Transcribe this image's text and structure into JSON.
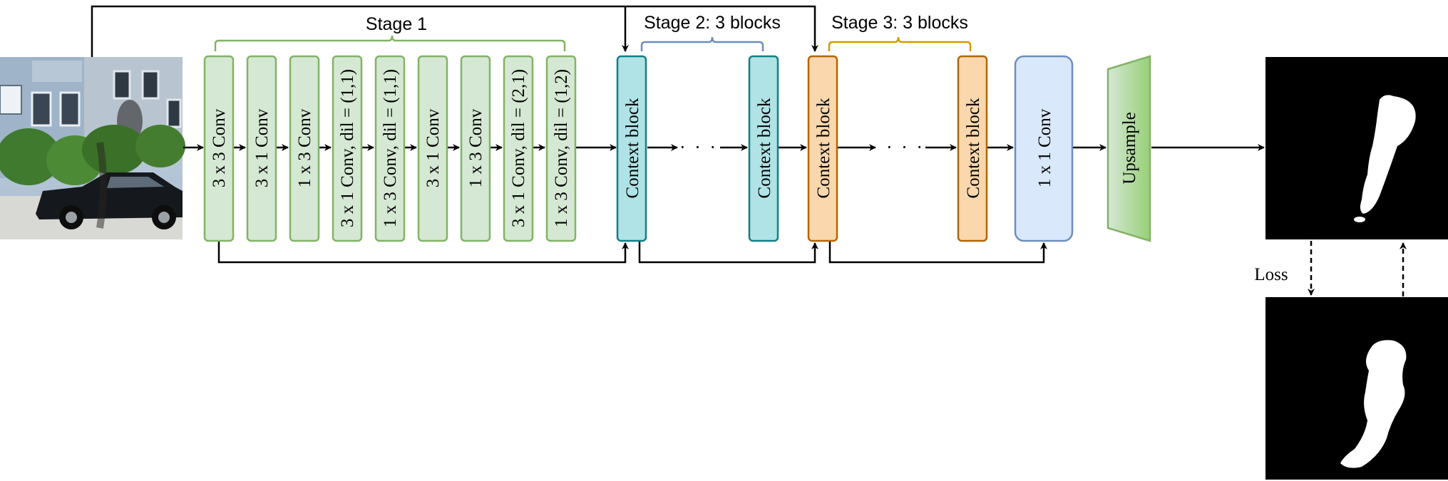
{
  "stages": {
    "stage1": "Stage 1",
    "stage2": "Stage 2: 3 blocks",
    "stage3": "Stage 3: 3  blocks"
  },
  "stage1_layers": [
    "3 x 3 Conv",
    "3 x 1 Conv",
    "1 x 3 Conv",
    "3 x 1 Conv, dil = (1,1)",
    "1 x 3 Conv, dil = (1,1)",
    "3 x 1 Conv",
    "1 x 3 Conv",
    "3 x 1 Conv, dil = (2,1)",
    "1 x 3 Conv, dil = (1,2)"
  ],
  "stage2_blocks": [
    "Context block",
    "Context block"
  ],
  "stage3_blocks": [
    "Context block",
    "Context block"
  ],
  "ellipsis": "· · ·",
  "final_conv": "1 x 1 Conv",
  "upsample": "Upsample",
  "loss": "Loss",
  "colors": {
    "stage1_fill": "#d5e8d4",
    "stage1_stroke": "#82b366",
    "stage2_fill": "#b0e3e6",
    "stage2_stroke": "#0e8088",
    "stage3_fill": "#fad7ac",
    "stage3_stroke": "#b46504",
    "conv_fill": "#dae8fc",
    "conv_stroke": "#6c8ebf",
    "brace_stage1": "#82b366",
    "brace_stage2": "#6c8ebf",
    "brace_stage3": "#d79b00"
  },
  "images": {
    "input": "street-scene-photo",
    "prediction": "predicted-mask",
    "ground_truth": "ground-truth-mask"
  }
}
